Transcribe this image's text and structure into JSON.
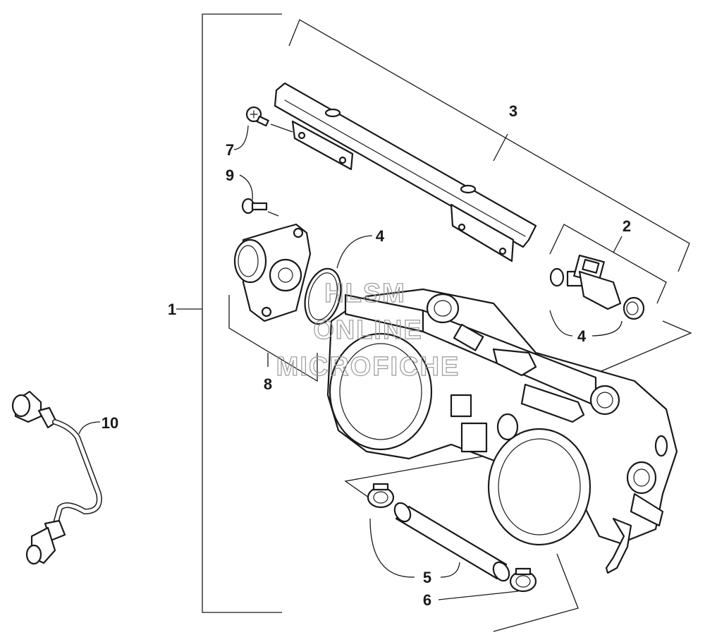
{
  "diagram": {
    "callouts": [
      {
        "id": "c1",
        "label": "1"
      },
      {
        "id": "c2",
        "label": "2"
      },
      {
        "id": "c3",
        "label": "3"
      },
      {
        "id": "c4a",
        "label": "4"
      },
      {
        "id": "c4b",
        "label": "4"
      },
      {
        "id": "c5",
        "label": "5"
      },
      {
        "id": "c6",
        "label": "6"
      },
      {
        "id": "c7",
        "label": "7"
      },
      {
        "id": "c8",
        "label": "8"
      },
      {
        "id": "c9",
        "label": "9"
      },
      {
        "id": "c10",
        "label": "10"
      }
    ],
    "watermark": {
      "line1": "HLSM",
      "line2": "ONLINE",
      "line3": "MICROFICHE"
    }
  }
}
